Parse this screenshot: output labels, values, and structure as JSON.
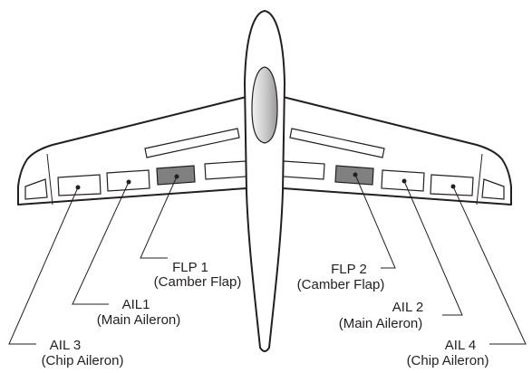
{
  "labels": [
    {
      "id": "flp1",
      "name": "FLP 1",
      "desc": "(Camber Flap)"
    },
    {
      "id": "flp2",
      "name": "FLP 2",
      "desc": "(Camber Flap)"
    },
    {
      "id": "ail1",
      "name": "AIL1",
      "desc": "(Main Aileron)"
    },
    {
      "id": "ail2",
      "name": "AIL 2",
      "desc": "(Main Aileron)"
    },
    {
      "id": "ail3",
      "name": "AIL 3",
      "desc": "(Chip Aileron)"
    },
    {
      "id": "ail4",
      "name": "AIL 4",
      "desc": "(Chip Aileron)"
    }
  ],
  "colors": {
    "outline": "#231f20",
    "camber_flap_fill": "#808080",
    "canopy_fill": "#c8c8c8",
    "background": "#ffffff"
  }
}
